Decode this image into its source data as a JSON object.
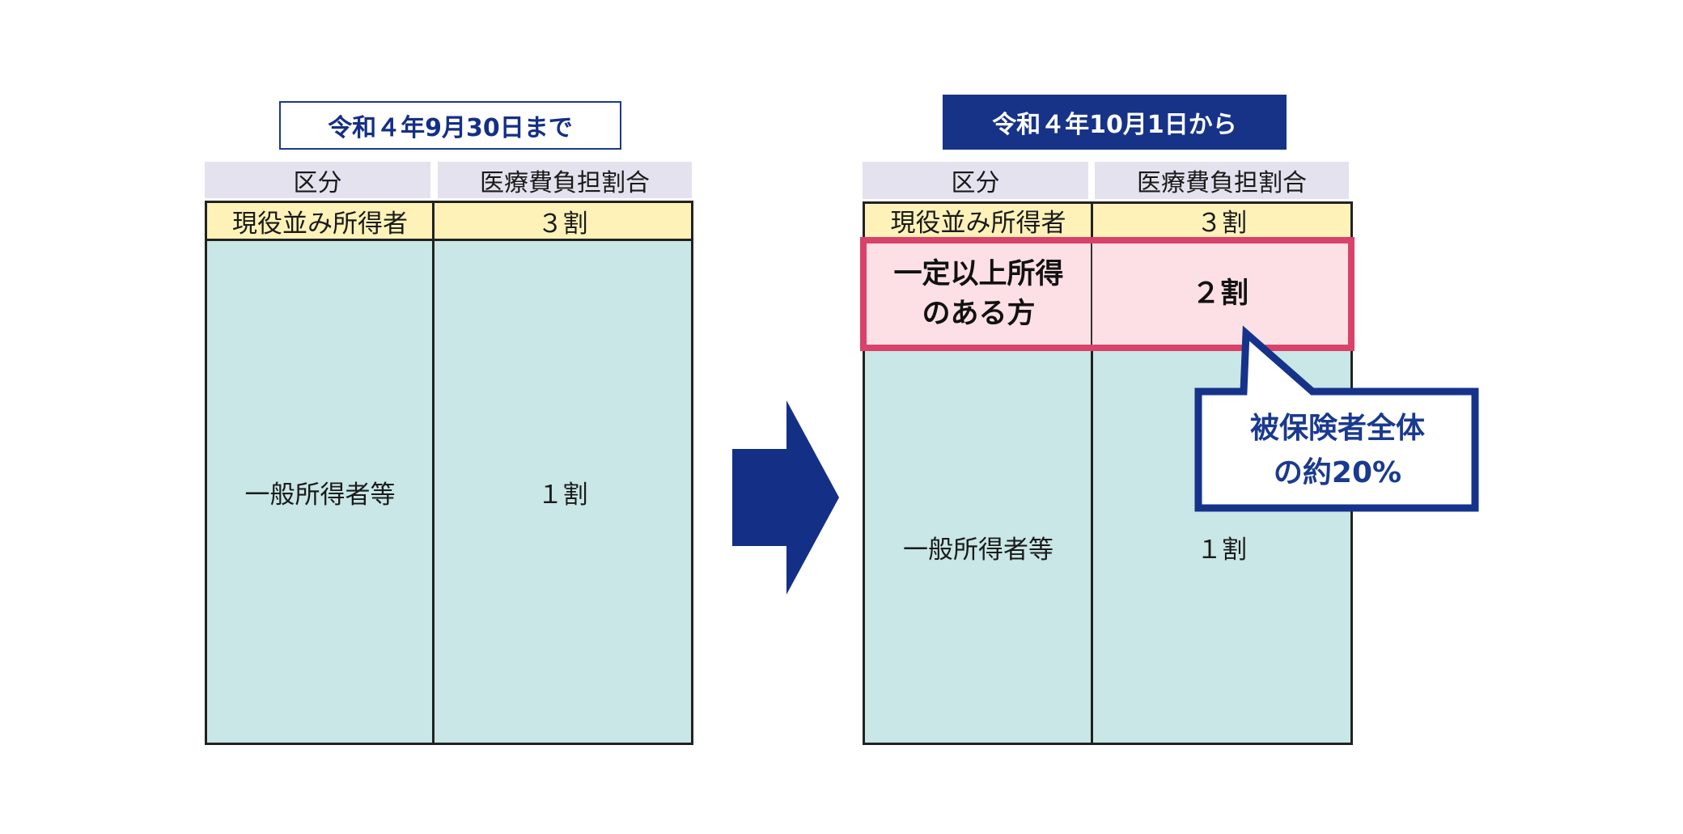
{
  "colors": {
    "navy": "#163388",
    "title_border": "#1a3a8f",
    "header_bg": "#e3e2ee",
    "yellow_bg": "#fff2b8",
    "teal_bg": "#c8e7e6",
    "pink_bg": "#fde0e5",
    "pink_border": "#d9426a",
    "table_border": "#222222"
  },
  "before": {
    "title": "令和４年9月30日まで",
    "headers": [
      "区分",
      "医療費負担割合"
    ],
    "rows": [
      {
        "category": "現役並み所得者",
        "ratio": "３割"
      },
      {
        "category": "一般所得者等",
        "ratio": "１割"
      }
    ]
  },
  "arrow": {
    "icon": "right-arrow-icon"
  },
  "after": {
    "title": "令和４年10月1日から",
    "headers": [
      "区分",
      "医療費負担割合"
    ],
    "rows": [
      {
        "category": "現役並み所得者",
        "ratio": "３割"
      },
      {
        "category_line1": "一定以上所得",
        "category_line2": "のある方",
        "ratio": "２割"
      },
      {
        "category": "一般所得者等",
        "ratio": "１割"
      }
    ],
    "callout": {
      "line1": "被保険者全体",
      "line2": "の約20%"
    }
  }
}
